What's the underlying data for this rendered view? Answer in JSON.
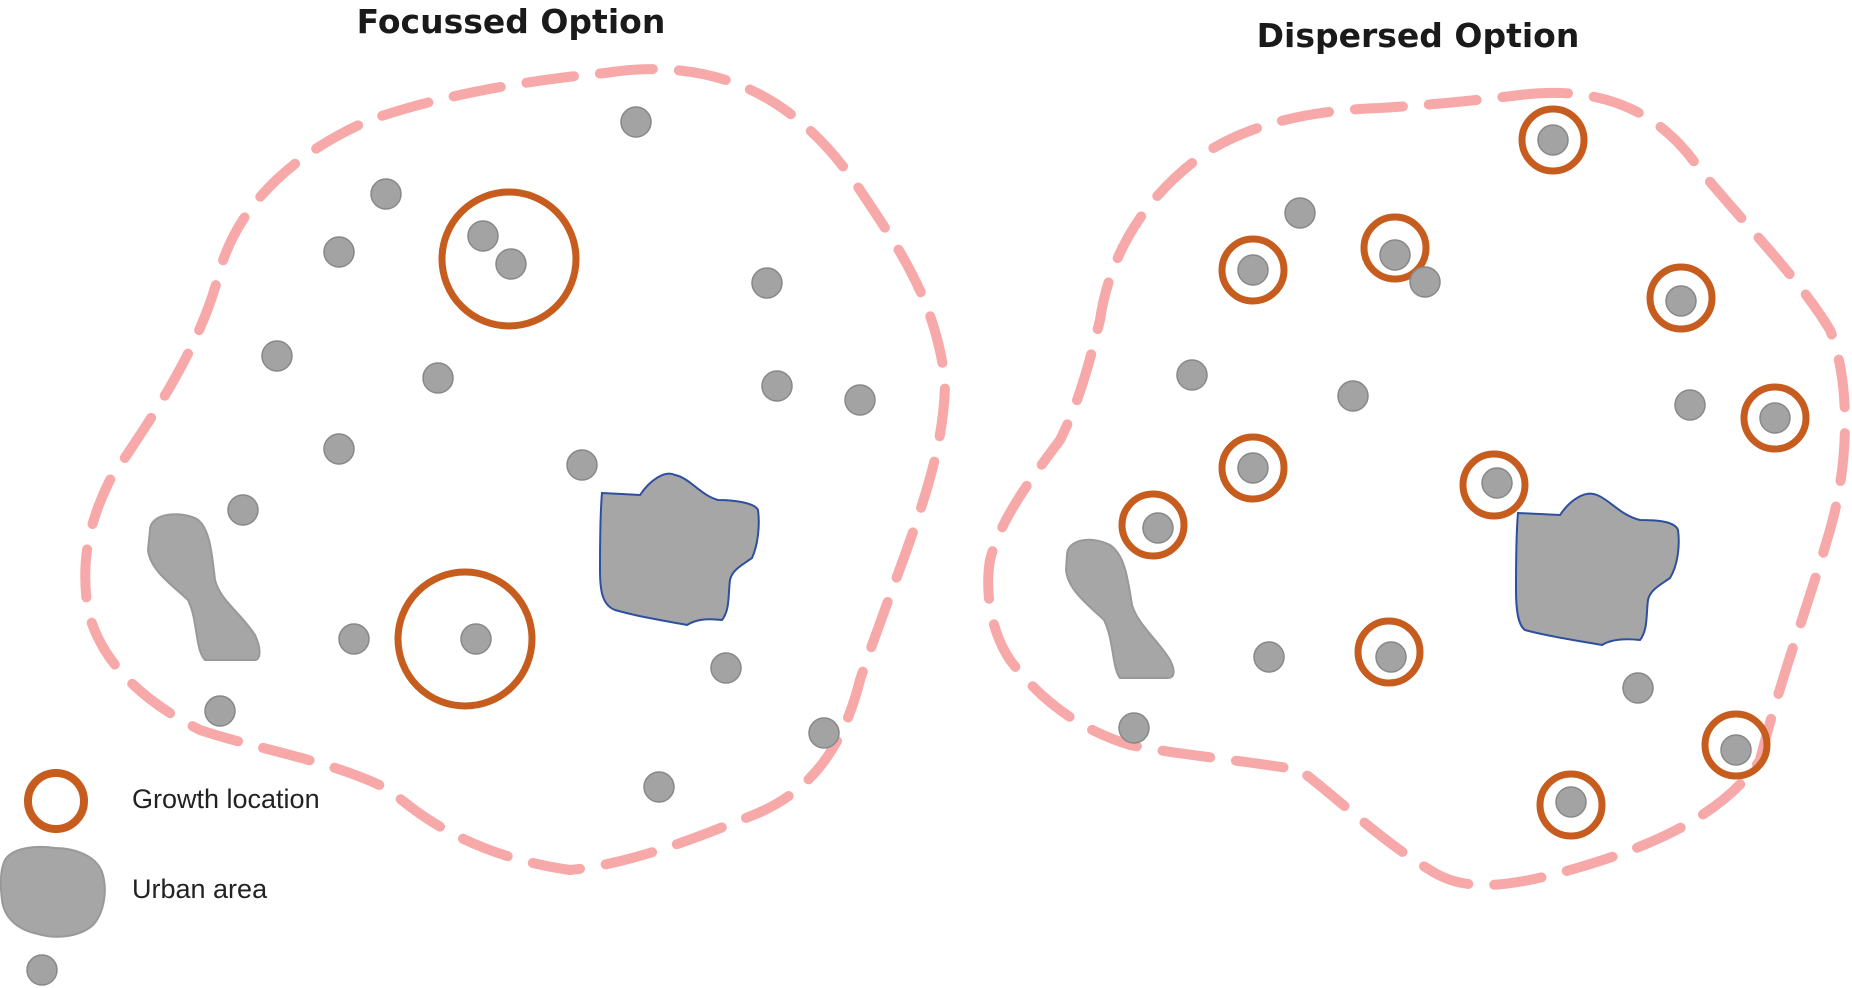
{
  "panels": [
    {
      "title": "Focussed Option"
    },
    {
      "title": "Dispersed Option"
    }
  ],
  "legend": {
    "items": [
      {
        "symbol": "growth-location",
        "label": "Growth location"
      },
      {
        "symbol": "urban-area",
        "label": "Urban area"
      },
      {
        "symbol": "settlement",
        "label": ""
      }
    ]
  },
  "colors": {
    "boundary": "#f7a8a8",
    "growth_ring": "#c65d1e",
    "settlement_fill": "#a3a3a3",
    "urban_fill": "#a6a6a6",
    "urban_outline": "#2e4f9e"
  }
}
